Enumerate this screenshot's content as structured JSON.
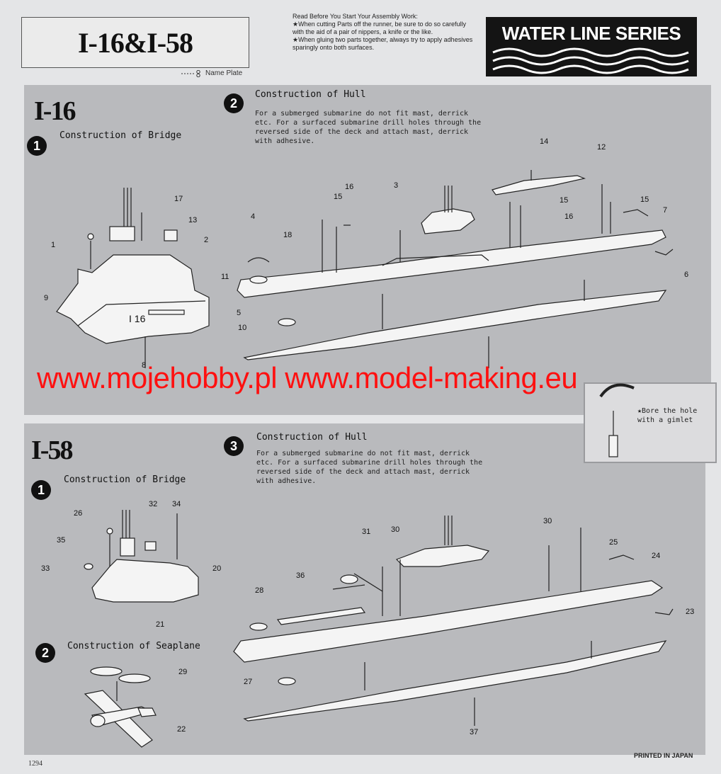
{
  "header": {
    "nameplate_title": "I-16&I-58",
    "nameplate_label": "Name Plate",
    "instructions": {
      "heading": "Read Before You Start Your Assembly Work:",
      "tip1": "★When cutting Parts off the runner, be sure to do so carefully with the aid of a pair of nippers, a knife or the like.",
      "tip2": "★When gluing two parts together, always try to apply adhesives sparingly onto both surfaces."
    },
    "logo_text": "WATER LINE SERIES"
  },
  "i16": {
    "title": "I-16",
    "step1": {
      "number": "1",
      "title": "Construction of Bridge"
    },
    "step2": {
      "number": "2",
      "title": "Construction of Hull",
      "text": "For a submerged submarine do not fit mast, derrick etc. For a surfaced submarine drill holes through the reversed side of the deck and attach mast, derrick with adhesive."
    },
    "hull_marking": "I 16",
    "callouts": [
      "1",
      "2",
      "3",
      "4",
      "5",
      "6",
      "7",
      "8",
      "9",
      "10",
      "11",
      "12",
      "13",
      "14",
      "15",
      "15",
      "15",
      "16",
      "16",
      "17",
      "18"
    ]
  },
  "watermark": "www.mojehobby.pl www.model-making.eu",
  "inset": {
    "text": "★Bore the hole with a gimlet"
  },
  "i58": {
    "title": "I-58",
    "step1": {
      "number": "1",
      "title": "Construction of Bridge"
    },
    "step2": {
      "number": "2",
      "title": "Construction of Seaplane"
    },
    "step3": {
      "number": "3",
      "title": "Construction of Hull",
      "text": "For a submerged submarine do not fit mast, derrick etc. For a surfaced submarine drill holes through the reversed side of the deck and attach mast, derrick with adhesive."
    },
    "callouts": [
      "20",
      "21",
      "22",
      "23",
      "24",
      "25",
      "26",
      "27",
      "28",
      "29",
      "30",
      "30",
      "31",
      "32",
      "33",
      "34",
      "35",
      "36",
      "37"
    ]
  },
  "footer": {
    "code": "1294",
    "printed": "PRINTED IN JAPAN"
  }
}
